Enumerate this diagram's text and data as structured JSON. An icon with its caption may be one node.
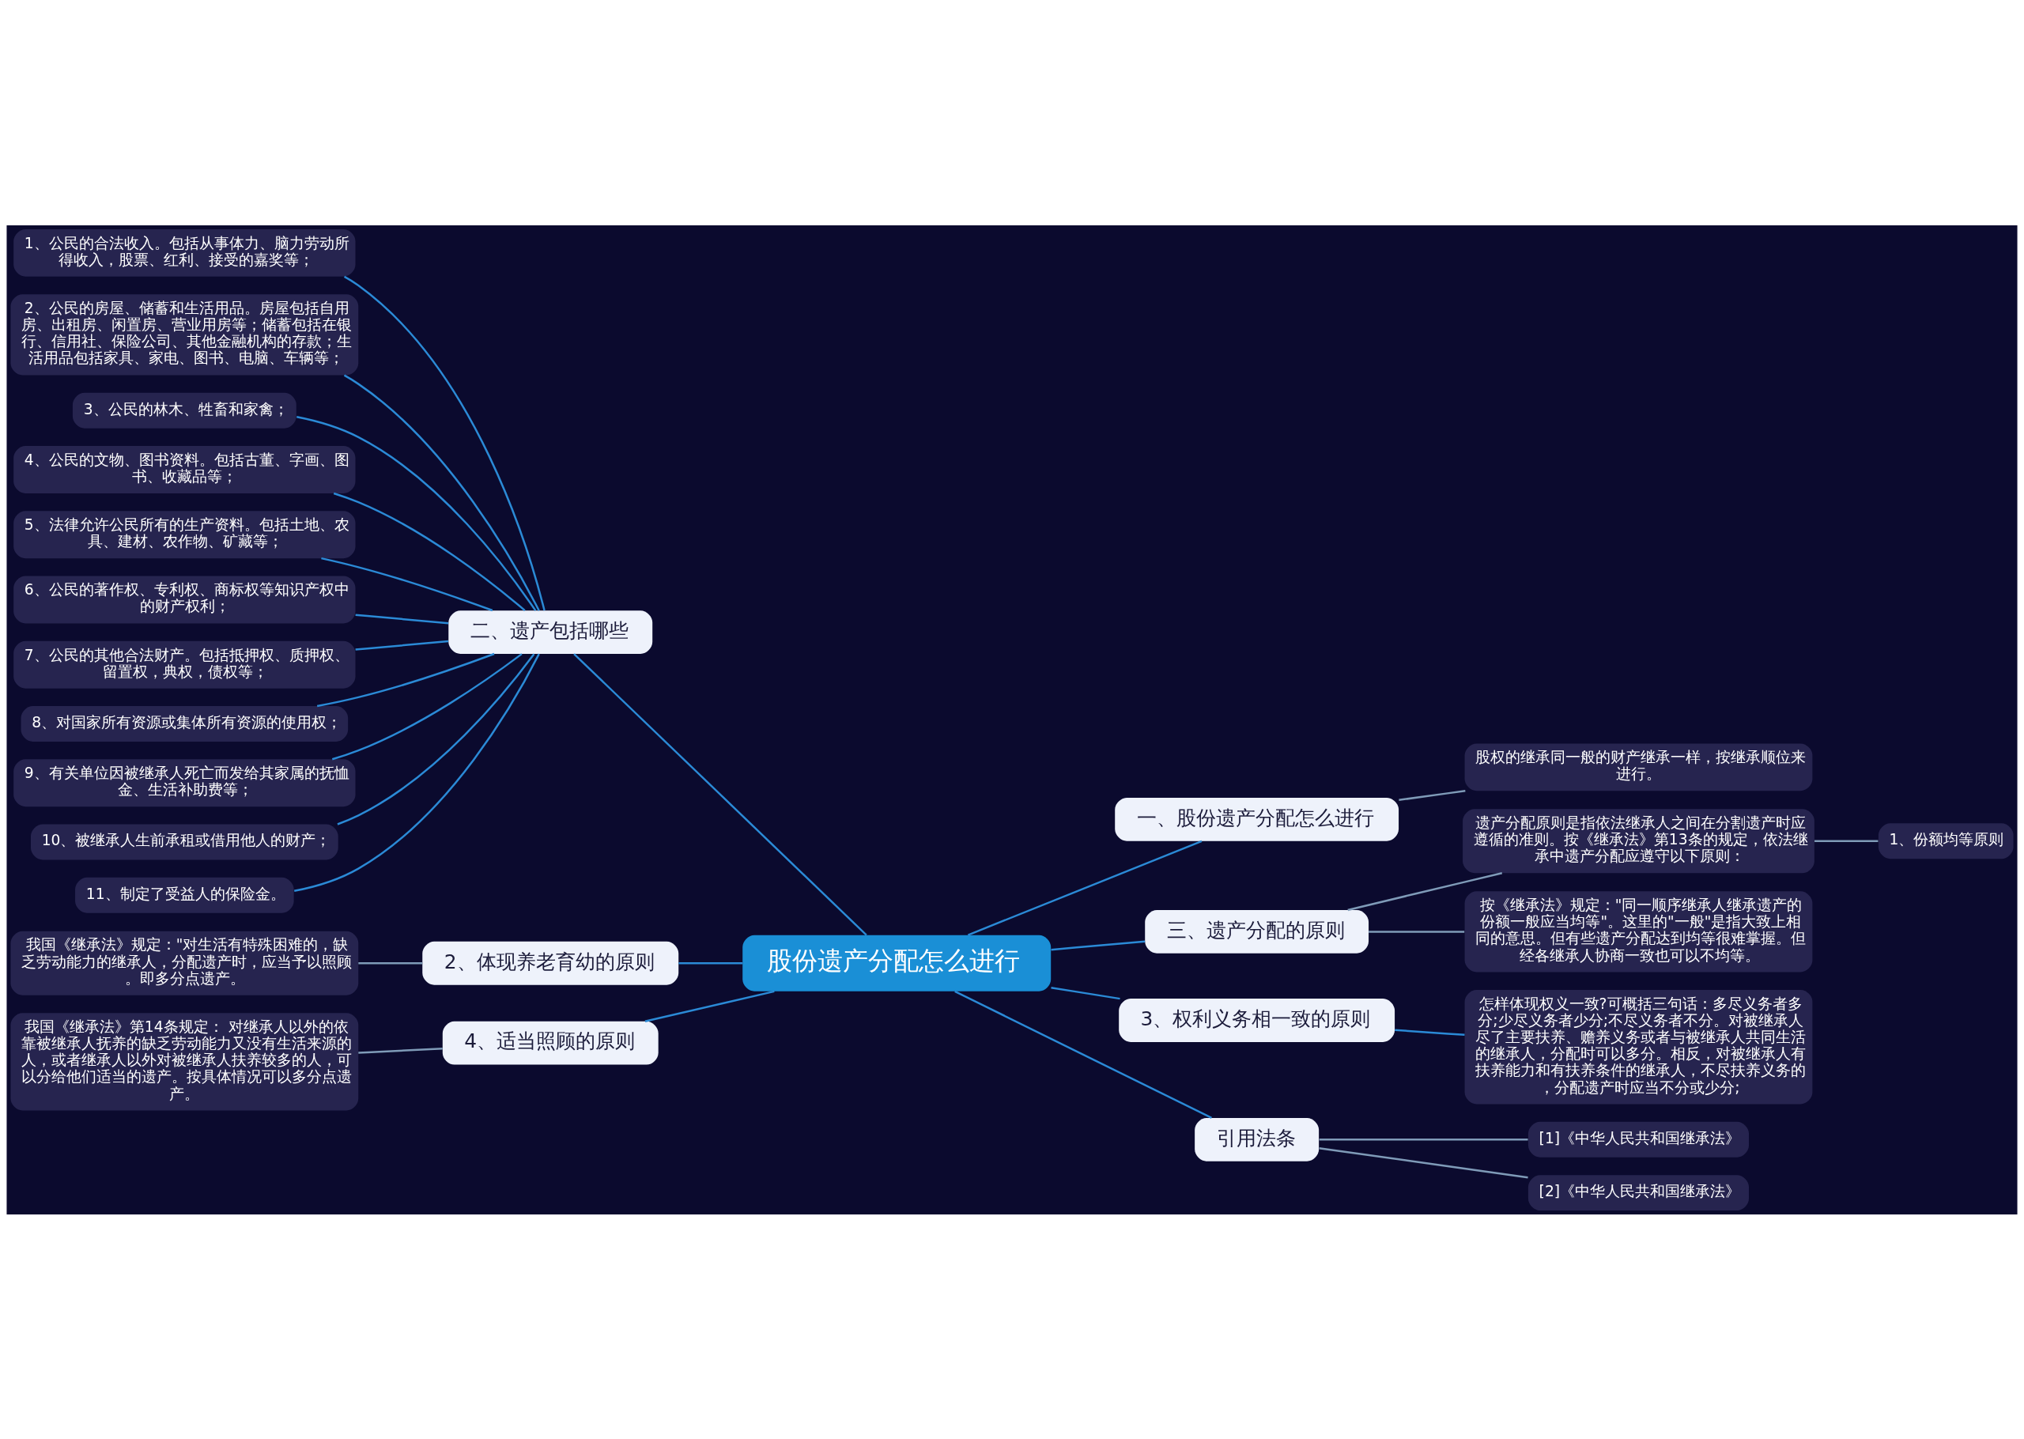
{
  "diagram": {
    "nodes": [
      {
        "text": [
          "股份遗产分配怎么进行"
        ]
      },
      {
        "text": [
          "二、遗产包括哪些"
        ]
      },
      {
        "text": [
          "1、公民的合法收入。包括从事体力、脑力劳动所得收入，股票、红利、接受的嘉奖等；"
        ]
      },
      {
        "text": [
          "2、公民的房屋、储蓄和生活用品。房屋包括自用房、出租房、闲置房、营业用房等；储蓄包括在银行、信用社、保险公司、其他金融机构的存款；生活用品包括家具、家电、图书、电脑、车辆等；"
        ]
      },
      {
        "text": [
          "3、公民的林木、牲畜和家禽；"
        ]
      },
      {
        "text": [
          "4、公民的文物、图书资料。包括古董、字画、图书、收藏品等；"
        ]
      },
      {
        "text": [
          "5、法律允许公民所有的生产资料。包括土地、农具、建材、农作物、矿藏等；"
        ]
      },
      {
        "text": [
          "6、公民的著作权、专利权、商标权等知识产权中的财产权利；"
        ]
      },
      {
        "text": [
          "7、公民的其他合法财产。包括抵押权、质押权、留置权，典权，债权等；"
        ]
      },
      {
        "text": [
          "8、对国家所有资源或集体所有资源的使用权；"
        ]
      },
      {
        "text": [
          "9、有关单位因被继承人死亡而发给其家属的抚恤金、生活补助费等；"
        ]
      },
      {
        "text": [
          "10、被继承人生前承租或借用他人的财产；"
        ]
      },
      {
        "text": [
          "11、制定了受益人的保险金。"
        ]
      },
      {
        "text": [
          "2、体现养老育幼的原则"
        ]
      },
      {
        "text": [
          "我国《继承法》规定：\"对生活有特殊困难的，缺乏劳动能力的继承人，分配遗产时，应当予以照顾。即多分点遗产。"
        ]
      },
      {
        "text": [
          "4、适当照顾的原则"
        ]
      },
      {
        "text": [
          "我国《继承法》第14条规定： 对继承人以外的依靠被继承人抚养的缺乏劳动能力又没有生活来源的人，或者继承人以外对被继承人扶养较多的人，可以分给他们适当的遗产。按具体情况可以多分点遗产。"
        ]
      },
      {
        "text": [
          "一、股份遗产分配怎么进行"
        ]
      },
      {
        "text": [
          "股权的继承同一般的财产继承一样，按继承顺位来进行。"
        ]
      },
      {
        "text": [
          "三、遗产分配的原则"
        ]
      },
      {
        "text": [
          "遗产分配原则是指依法继承人之间在分割遗产时应遵循的准则。按《继承法》第13条的规定，依法继承中遗产分配应遵守以下原则："
        ]
      },
      {
        "text": [
          "1、份额均等原则"
        ]
      },
      {
        "text": [
          "按《继承法》规定：\"同一顺序继承人继承遗产的份额一般应当均等\"。这里的\"一般\"是指大致上相同的意思。但有些遗产分配达到均等很难掌握。但经各继承人协商一致也可以不均等。"
        ]
      },
      {
        "text": [
          "3、权利义务相一致的原则"
        ]
      },
      {
        "text": [
          "怎样体现权义一致?可概括三句话：多尽义务者多分;少尽义务者少分;不尽义务者不分。对被继承人尽了主要扶养、赡养义务或者与被继承人共同生活的继承人，分配时可以多分。相反，对被继承人有扶养能力和有扶养条件的继承人，不尽扶养义务的，分配遗产时应当不分或少分;"
        ]
      },
      {
        "text": [
          "引用法条"
        ]
      },
      {
        "text": [
          "[1]《中华人民共和国继承法》"
        ]
      },
      {
        "text": [
          "[2]《中华人民共和国继承法》"
        ]
      }
    ],
    "edges": [
      {
        "from": 0,
        "to": 1,
        "arrow": "none"
      },
      {
        "from": 1,
        "to": 2,
        "arrow": "none"
      },
      {
        "from": 1,
        "to": 3,
        "arrow": "none"
      },
      {
        "from": 1,
        "to": 4,
        "arrow": "none"
      },
      {
        "from": 1,
        "to": 5,
        "arrow": "none"
      },
      {
        "from": 1,
        "to": 6,
        "arrow": "none"
      },
      {
        "from": 1,
        "to": 7,
        "arrow": "none"
      },
      {
        "from": 1,
        "to": 8,
        "arrow": "none"
      },
      {
        "from": 1,
        "to": 9,
        "arrow": "none"
      },
      {
        "from": 1,
        "to": 10,
        "arrow": "none"
      },
      {
        "from": 1,
        "to": 11,
        "arrow": "none"
      },
      {
        "from": 1,
        "to": 12,
        "arrow": "none"
      },
      {
        "from": 0,
        "to": 13,
        "arrow": "none"
      },
      {
        "from": 13,
        "to": 14,
        "arrow": "none",
        "color": "#7f9bb8"
      },
      {
        "from": 0,
        "to": 15,
        "arrow": "none"
      },
      {
        "from": 15,
        "to": 16,
        "arrow": "none",
        "color": "#7f9bb8"
      },
      {
        "from": 0,
        "to": 17,
        "arrow": "none"
      },
      {
        "from": 17,
        "to": 18,
        "arrow": "none",
        "color": "#7f9bb8"
      },
      {
        "from": 0,
        "to": 19,
        "arrow": "none"
      },
      {
        "from": 19,
        "to": 20,
        "arrow": "none",
        "color": "#7f9bb8"
      },
      {
        "from": 20,
        "to": 21,
        "arrow": "none",
        "color": "#7f9bb8"
      },
      {
        "from": 19,
        "to": 22,
        "arrow": "none",
        "color": "#7f9bb8"
      },
      {
        "from": 0,
        "to": 23,
        "arrow": "none"
      },
      {
        "from": 23,
        "to": 24,
        "arrow": "none"
      },
      {
        "from": 0,
        "to": 25,
        "arrow": "none"
      },
      {
        "from": 25,
        "to": 26,
        "arrow": "none",
        "color": "#7f9bb8"
      },
      {
        "from": 25,
        "to": 27,
        "arrow": "none",
        "color": "#7f9bb8"
      }
    ]
  }
}
